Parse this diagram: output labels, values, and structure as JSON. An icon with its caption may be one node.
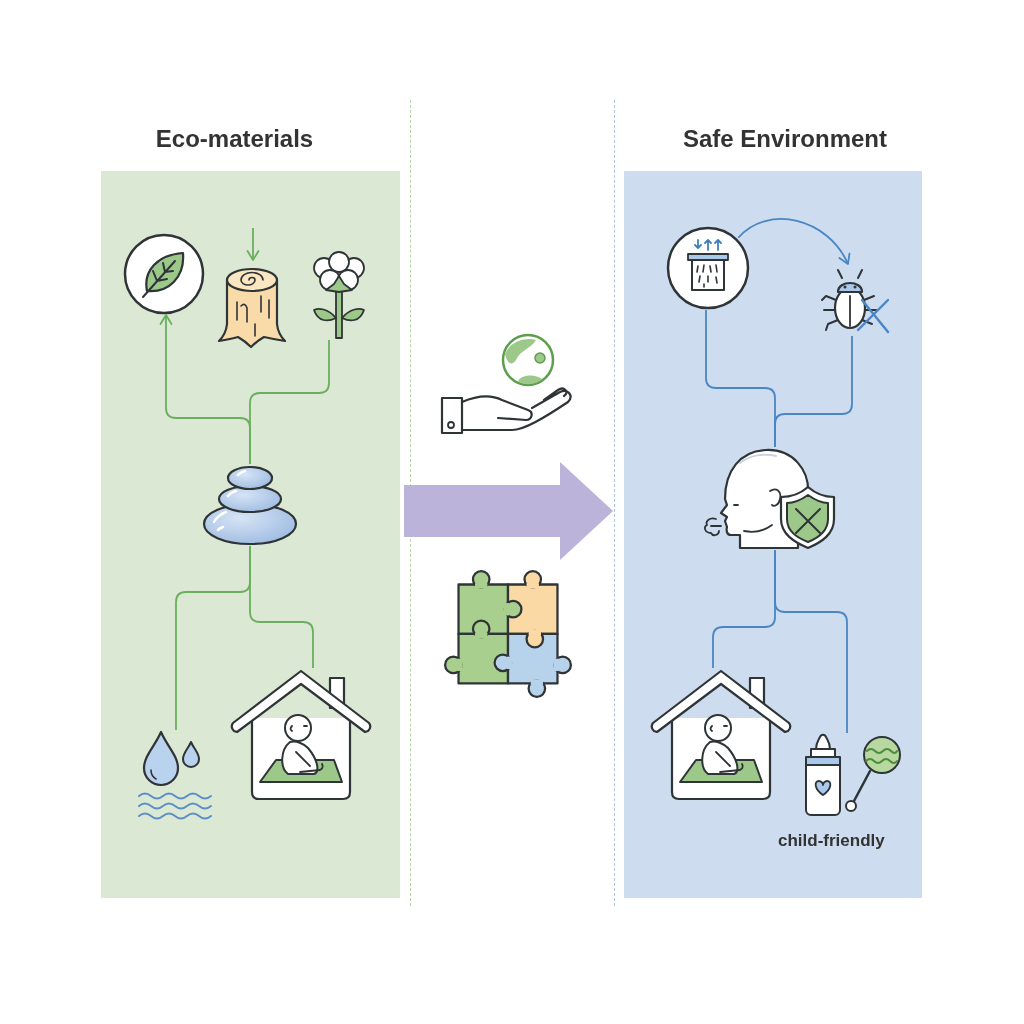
{
  "diagram": {
    "nodes": [
      {
        "text": [
          "Eco-materials"
        ]
      },
      {
        "text": [],
        "shape": "picture",
        "in": 0
      },
      {
        "text": [],
        "shape": "picture",
        "in": 0
      },
      {
        "text": [],
        "shape": "picture",
        "in": 0
      },
      {
        "text": [],
        "shape": "picture",
        "in": 0
      },
      {
        "text": [],
        "shape": "picture",
        "in": 0
      },
      {
        "text": [],
        "shape": "picture",
        "in": 0
      },
      {
        "text": [],
        "shape": "picture"
      },
      {
        "text": [],
        "shape": "picture"
      },
      {
        "text": [
          "Safe Environment"
        ]
      },
      {
        "text": [],
        "shape": "picture",
        "in": 9
      },
      {
        "text": [],
        "shape": "picture",
        "in": 9
      },
      {
        "text": [],
        "shape": "picture",
        "in": 9
      },
      {
        "text": [],
        "shape": "picture",
        "in": 9
      },
      {
        "text": [],
        "shape": "picture",
        "in": 9,
        "beside": [
          "child-friendly"
        ]
      }
    ],
    "edges": [
      {
        "from": 4,
        "to": 1,
        "arrow": "to",
        "color": "#6aae5e"
      },
      {
        "from": 4,
        "to": 3,
        "arrow": "none",
        "color": "#6aae5e"
      },
      {
        "from": null,
        "to": 2,
        "arrow": "to",
        "color": "#6aae5e"
      },
      {
        "from": 4,
        "to": 5,
        "arrow": "none",
        "color": "#6aae5e"
      },
      {
        "from": 4,
        "to": 6,
        "arrow": "none",
        "color": "#6aae5e"
      },
      {
        "from": 0,
        "to": 9,
        "arrow": "to",
        "style": "thick",
        "color": "#bbb3da"
      },
      {
        "from": 10,
        "to": 11,
        "arrow": "to",
        "color": "#4a86c4"
      },
      {
        "from": 10,
        "to": 12,
        "arrow": "none",
        "color": "#4a86c4"
      },
      {
        "from": 11,
        "to": 12,
        "arrow": "none",
        "color": "#4a86c4"
      },
      {
        "from": 12,
        "to": 13,
        "arrow": "none",
        "color": "#4a86c4"
      },
      {
        "from": 12,
        "to": 14,
        "arrow": "none",
        "color": "#4a86c4"
      }
    ]
  }
}
